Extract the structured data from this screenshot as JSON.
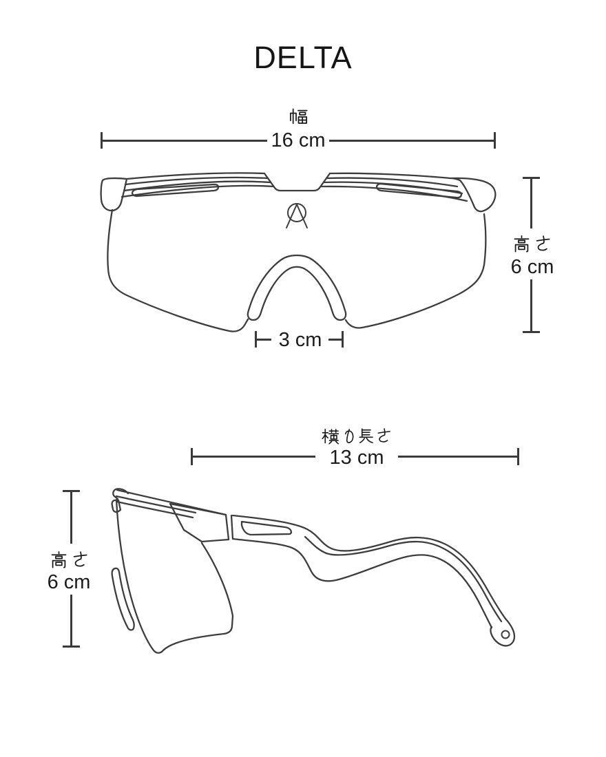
{
  "title": "DELTA",
  "colors": {
    "background": "#ffffff",
    "drawing_line": "#3d3d3d",
    "dimension_line": "#3a3a3a",
    "text": "#1c1c1c"
  },
  "front_view": {
    "name": "front view",
    "width": {
      "label_jp": "幅",
      "value": "16 cm"
    },
    "height": {
      "label_jp": "高さ",
      "value": "6 cm"
    },
    "nose_bridge": {
      "value": "3 cm"
    }
  },
  "side_view": {
    "name": "side view",
    "temple_length": {
      "label_jp": "横の長さ",
      "value": "13 cm"
    },
    "height": {
      "label_jp": "高さ",
      "value": "6 cm"
    }
  }
}
